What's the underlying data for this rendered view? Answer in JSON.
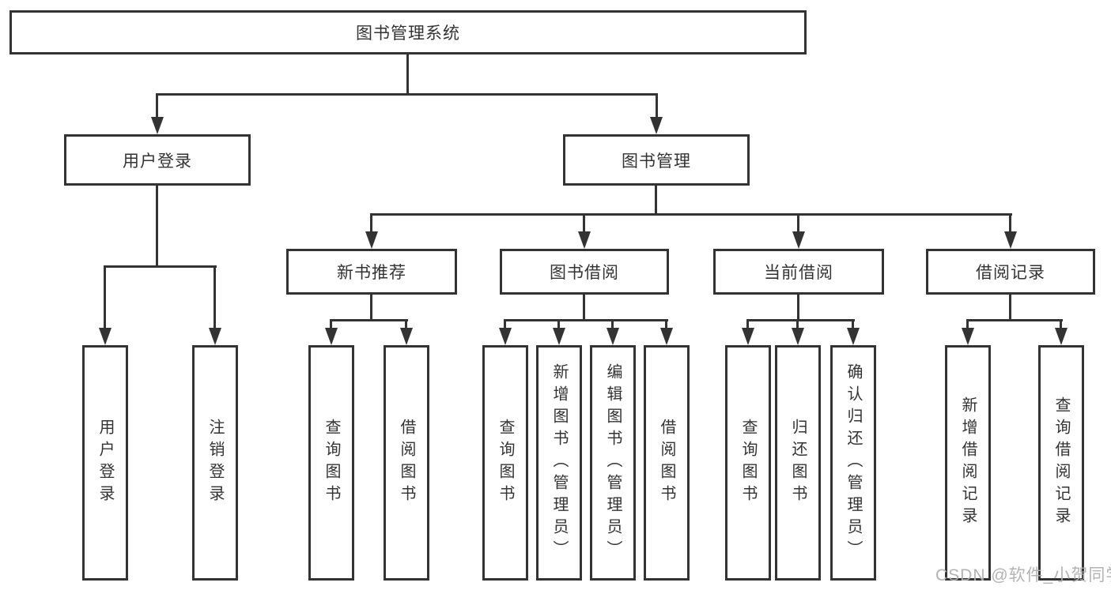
{
  "diagram_type": "hierarchy",
  "colors": {
    "line": "#333333",
    "box_border": "#333333",
    "box_background": "#ffffff",
    "text": "#333333",
    "watermark": "#afafaf",
    "background": "#ffffff"
  },
  "watermark": {
    "text": "CSDN @软件_小贺同学"
  },
  "tree": {
    "label": "图书管理系统",
    "children": [
      {
        "label": "用户登录",
        "children": [
          {
            "label": "用户登录"
          },
          {
            "label": "注销登录"
          }
        ]
      },
      {
        "label": "图书管理",
        "children": [
          {
            "label": "新书推荐",
            "children": [
              {
                "label": "查询图书"
              },
              {
                "label": "借阅图书"
              }
            ]
          },
          {
            "label": "图书借阅",
            "children": [
              {
                "label": "查询图书"
              },
              {
                "label": "新增图书（管理员）"
              },
              {
                "label": "编辑图书（管理员）"
              },
              {
                "label": "借阅图书"
              }
            ]
          },
          {
            "label": "当前借阅",
            "children": [
              {
                "label": "查询图书"
              },
              {
                "label": "归还图书"
              },
              {
                "label": "确认归还（管理员）"
              }
            ]
          },
          {
            "label": "借阅记录",
            "children": [
              {
                "label": "新增借阅记录"
              },
              {
                "label": "查询借阅记录"
              }
            ]
          }
        ]
      }
    ]
  }
}
